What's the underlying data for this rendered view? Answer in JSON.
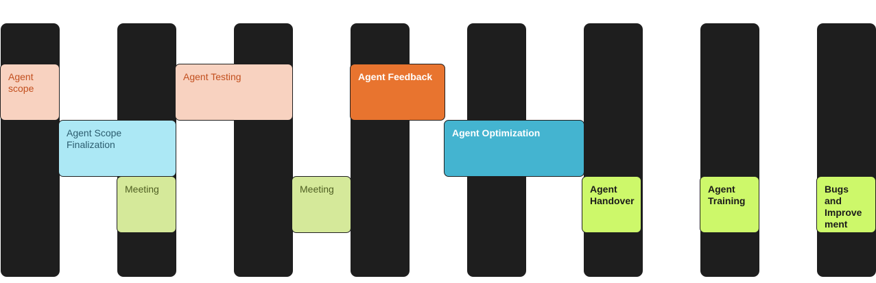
{
  "columns": 8,
  "cards": {
    "agent_scope": "Agent scope",
    "agent_scope_finalization": "Agent Scope Finalization",
    "meeting_1": "Meeting",
    "agent_testing": "Agent Testing",
    "meeting_2": "Meeting",
    "agent_feedback": "Agent Feedback",
    "agent_optimization": "Agent Optimization",
    "agent_handover": "Agent Handover",
    "agent_training": "Agent Training",
    "bugs_and_improvement": "Bugs and Improve ment"
  },
  "colors": {
    "column": "#1e1e1e",
    "peach": "#f8d2c0",
    "light_blue": "#ace8f5",
    "light_green": "#d5e99a",
    "orange": "#e8742f",
    "blue": "#44b4d0",
    "lime": "#cdf86a"
  }
}
